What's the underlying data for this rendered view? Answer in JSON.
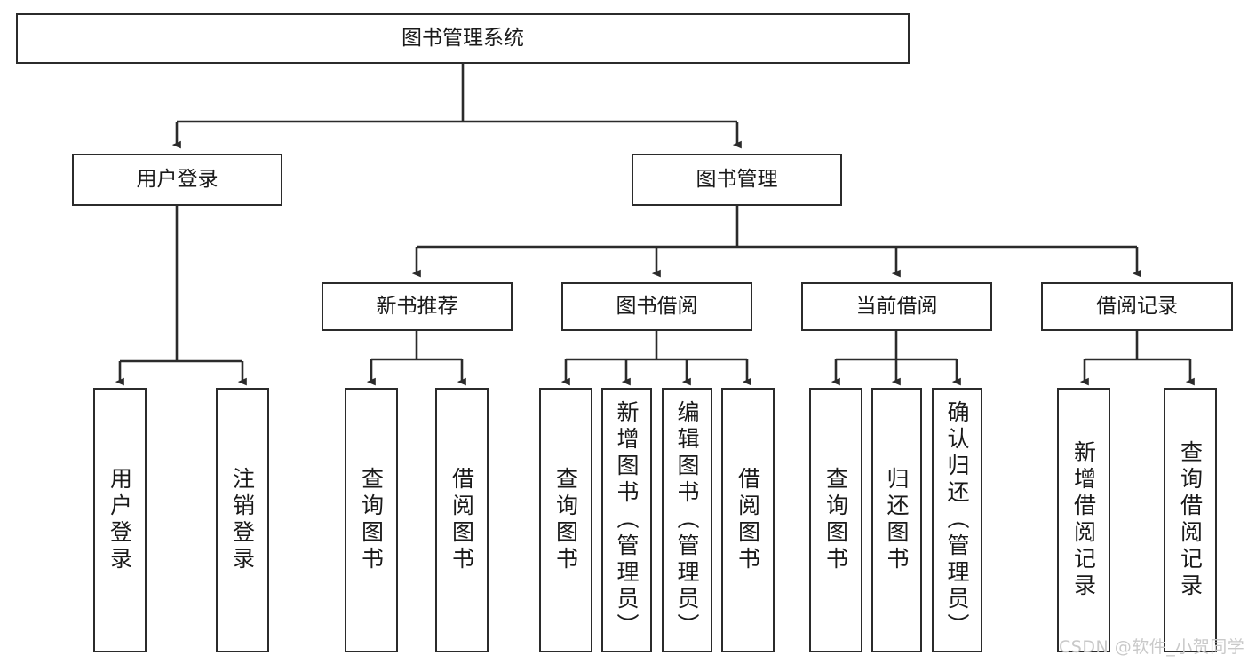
{
  "diagram": {
    "type": "tree-hierarchy",
    "title": "图书管理系统",
    "orientation": "top-down",
    "background_color": "#ffffff",
    "box_border_color": "#2b2b2b",
    "connector_color": "#2b2b2b",
    "levels": 4,
    "nodes": {
      "root": {
        "label": "图书管理系统"
      },
      "level2": [
        {
          "id": "user-login",
          "label": "用户登录"
        },
        {
          "id": "book-management",
          "label": "图书管理"
        }
      ],
      "level3": [
        {
          "id": "new-book-recommend",
          "label": "新书推荐"
        },
        {
          "id": "book-borrow",
          "label": "图书借阅"
        },
        {
          "id": "current-borrow",
          "label": "当前借阅"
        },
        {
          "id": "borrow-record",
          "label": "借阅记录"
        }
      ],
      "leaves": {
        "user_login": [
          {
            "id": "leaf-user-login",
            "label": "用户登录"
          },
          {
            "id": "leaf-logout-login",
            "label": "注销登录"
          }
        ],
        "new_book_recommend": [
          {
            "id": "leaf-query-book-1",
            "label": "查询图书"
          },
          {
            "id": "leaf-borrow-book-1",
            "label": "借阅图书"
          }
        ],
        "book_borrow": [
          {
            "id": "leaf-query-book-2",
            "label": "查询图书"
          },
          {
            "id": "leaf-add-book",
            "label": "新增图书（管理员）"
          },
          {
            "id": "leaf-edit-book",
            "label": "编辑图书（管理员）"
          },
          {
            "id": "leaf-borrow-book-2",
            "label": "借阅图书"
          }
        ],
        "current_borrow": [
          {
            "id": "leaf-query-book-3",
            "label": "查询图书"
          },
          {
            "id": "leaf-return-book",
            "label": "归还图书"
          },
          {
            "id": "leaf-confirm-return",
            "label": "确认归还（管理员）"
          }
        ],
        "borrow_record": [
          {
            "id": "leaf-add-record",
            "label": "新增借阅记录"
          },
          {
            "id": "leaf-query-record",
            "label": "查询借阅记录"
          }
        ]
      }
    }
  },
  "watermark": {
    "text": "CSDN @软件_小贺同学",
    "color": "#c9c9c9"
  }
}
